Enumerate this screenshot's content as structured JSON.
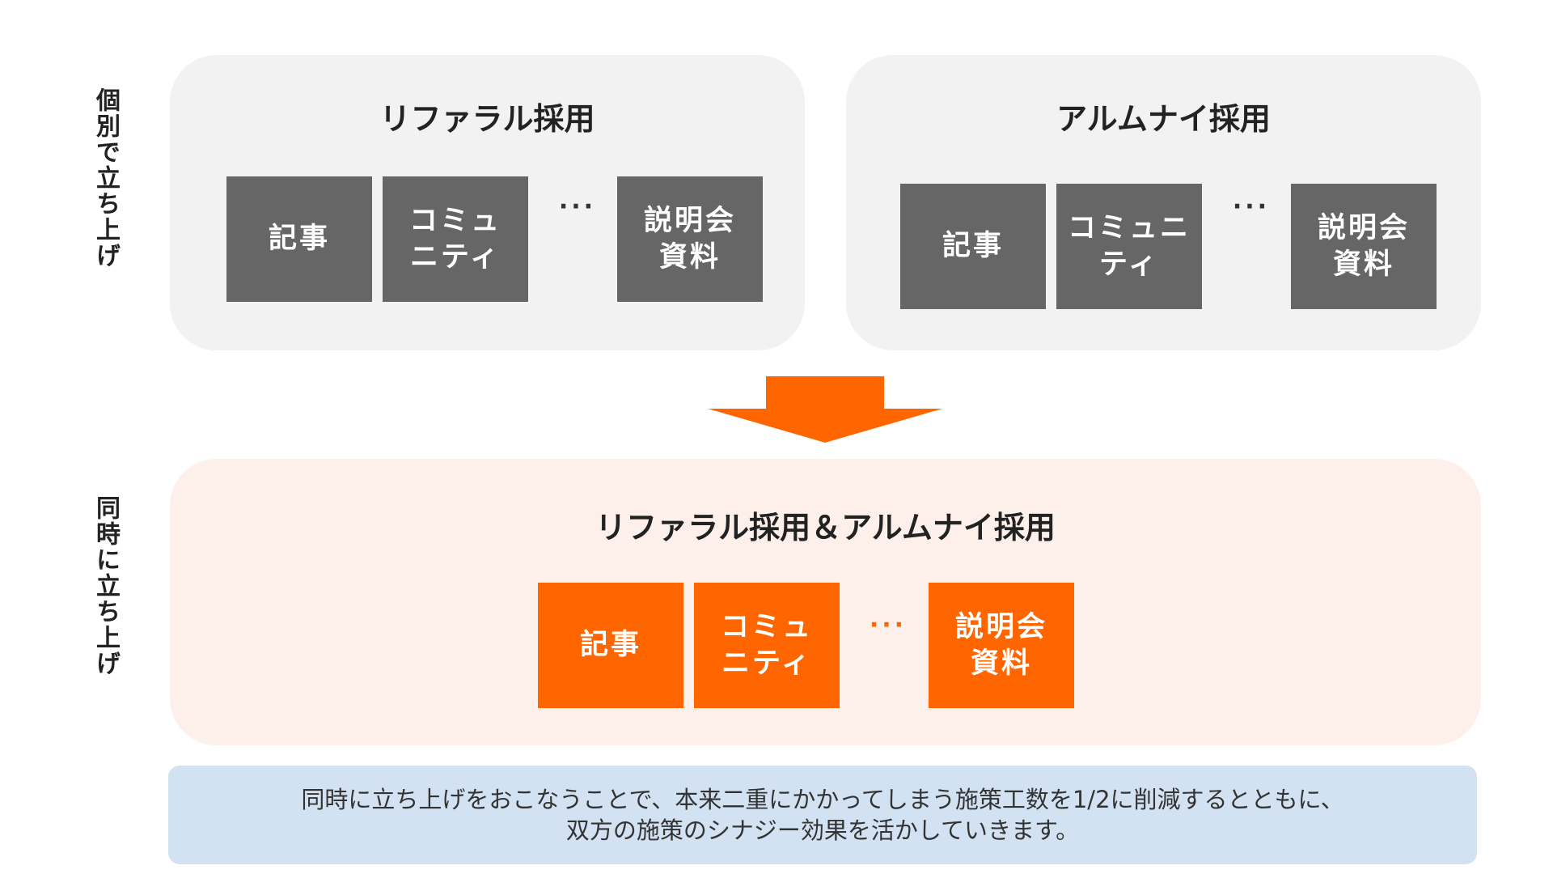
{
  "side_labels": {
    "top": "個別で立ち上げ",
    "bottom": "同時に立ち上げ"
  },
  "panels": {
    "referral": {
      "title": "リファラル採用",
      "boxes": [
        "記事",
        "コミュ\nニティ",
        "説明会\n資料"
      ],
      "ellipsis": "···"
    },
    "alumni": {
      "title": "アルムナイ採用",
      "boxes": [
        "記事",
        "コミュニ\nティ",
        "説明会\n資料"
      ],
      "ellipsis": "···"
    },
    "combined": {
      "title": "リファラル採用＆アルムナイ採用",
      "boxes": [
        "記事",
        "コミュ\nニティ",
        "説明会\n資料"
      ],
      "ellipsis": "···"
    }
  },
  "note": "同時に立ち上げをおこなうことで、本来二重にかかってしまう施策工数を1/2に削減するとともに、\n双方の施策のシナジー効果を活かしていきます。",
  "colors": {
    "grey_panel": "#f2f2f2",
    "grey_box": "#666666",
    "orange": "#ff6600",
    "pink_panel": "#fdf0eb",
    "note_bg": "#d2e2f2"
  }
}
